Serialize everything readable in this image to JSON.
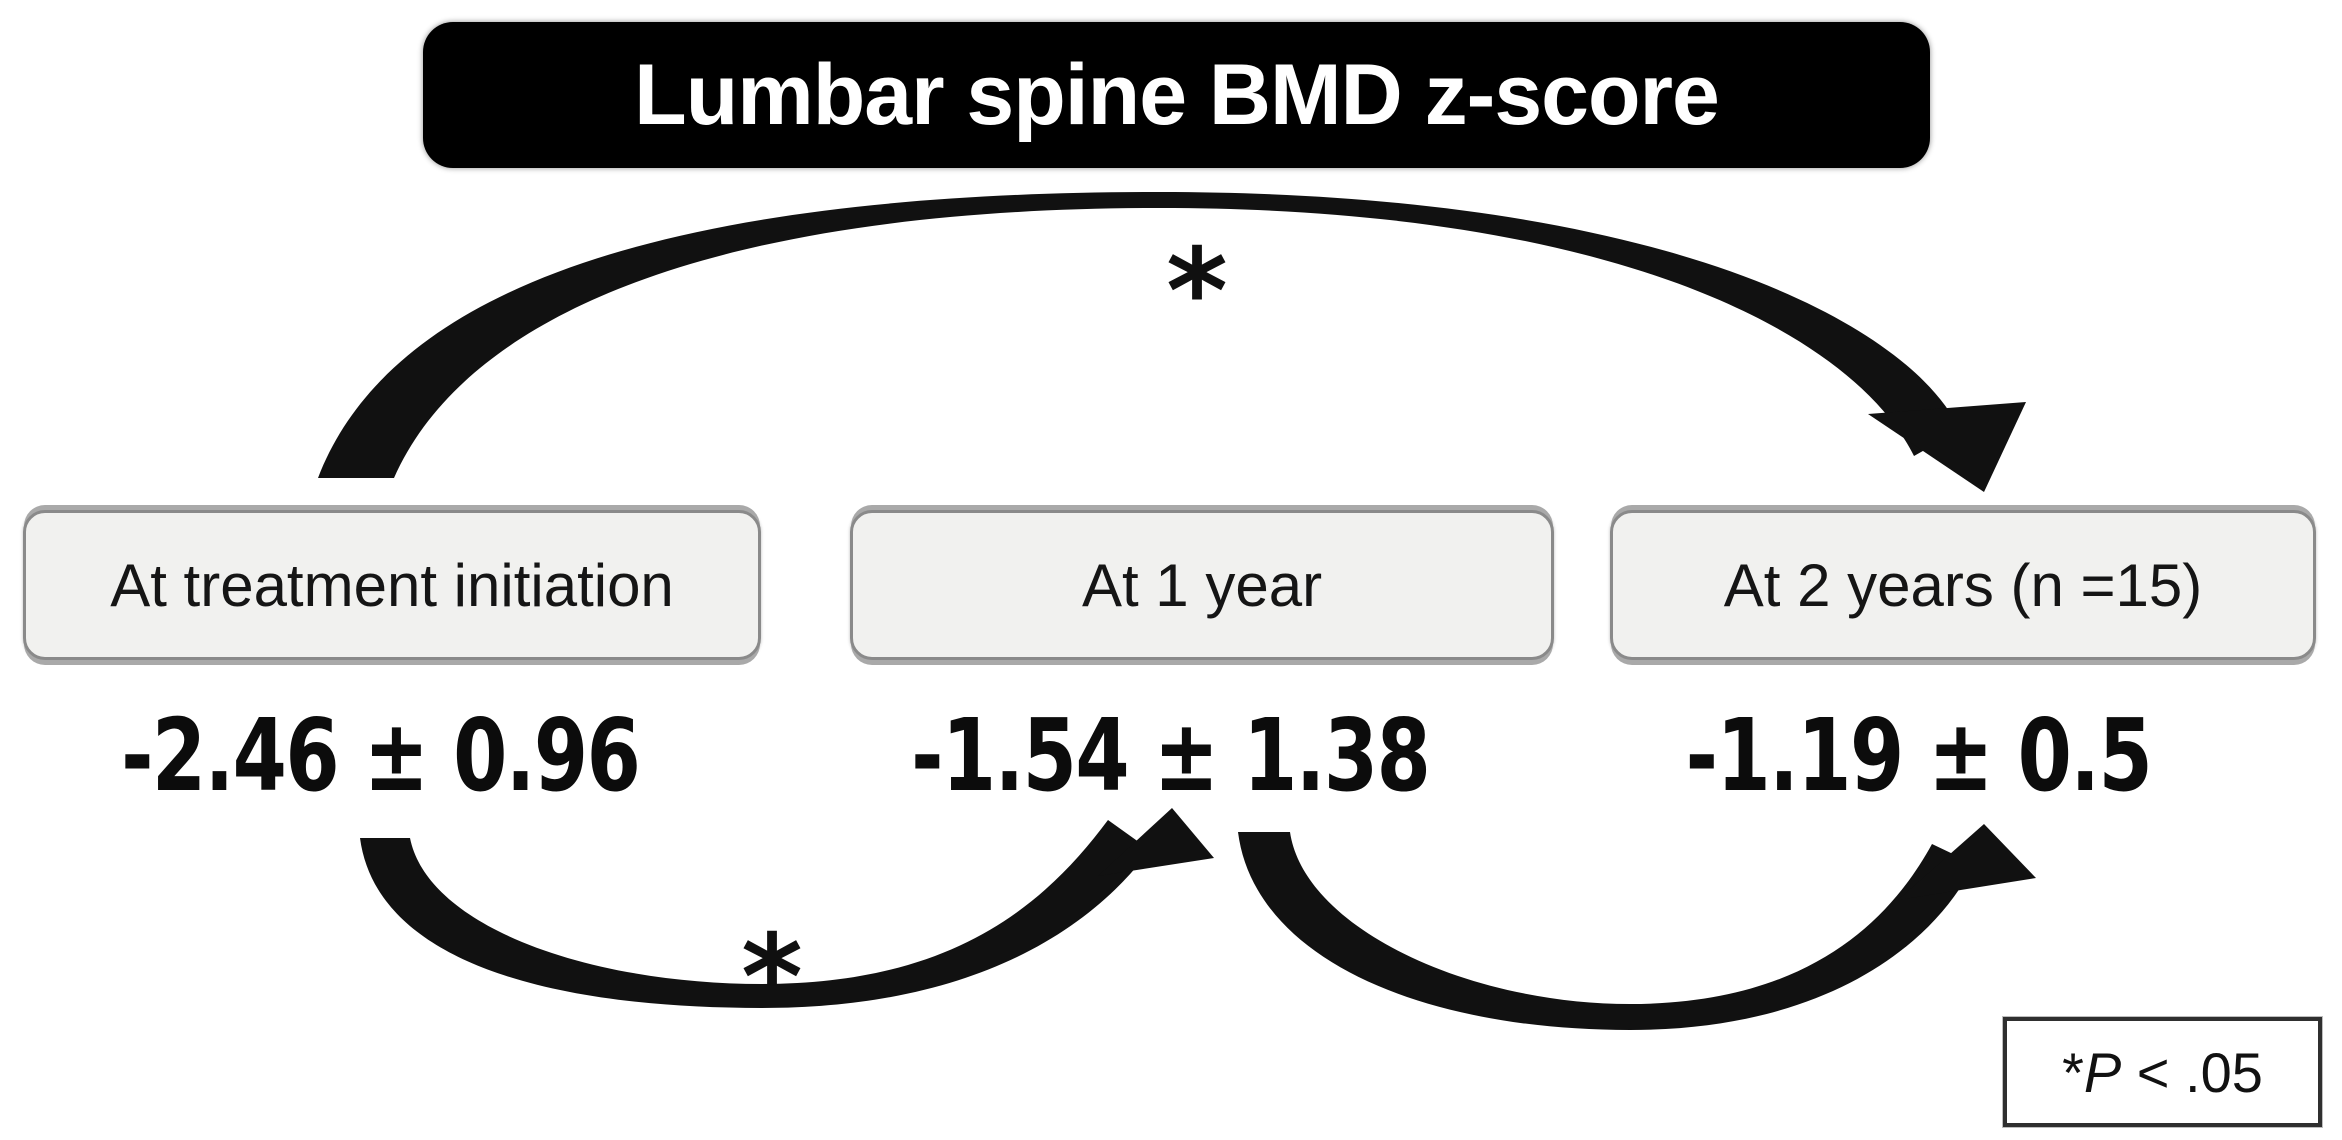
{
  "title": "Lumbar spine BMD z-score",
  "nodes": [
    {
      "label": "At treatment initiation",
      "value": "-2.46 ± 0.96"
    },
    {
      "label": "At 1 year",
      "value": "-1.54 ± 1.38"
    },
    {
      "label": "At 2 years (n =15)",
      "value": "-1.19 ± 0.5"
    }
  ],
  "arrows": {
    "initiation_to_2years": {
      "from": "At treatment initiation",
      "to": "At 2 years (n =15)",
      "marker": "*"
    },
    "initiation_to_1year": {
      "from": "At treatment initiation",
      "to": "At 1 year",
      "marker": "*"
    },
    "1year_to_2years": {
      "from": "At 1 year",
      "to": "At 2 years (n =15)",
      "marker": ""
    }
  },
  "legend": {
    "full_text": "*P < .05",
    "star": "*",
    "p_symbol": "P",
    "comparison": " < .05"
  },
  "colors": {
    "title_bg": "#000000",
    "title_text": "#ffffff",
    "node_bg": "#f1f1ef",
    "node_border": "#8a8a8a",
    "arrow": "#111111",
    "legend_border": "#2f2f2f"
  }
}
